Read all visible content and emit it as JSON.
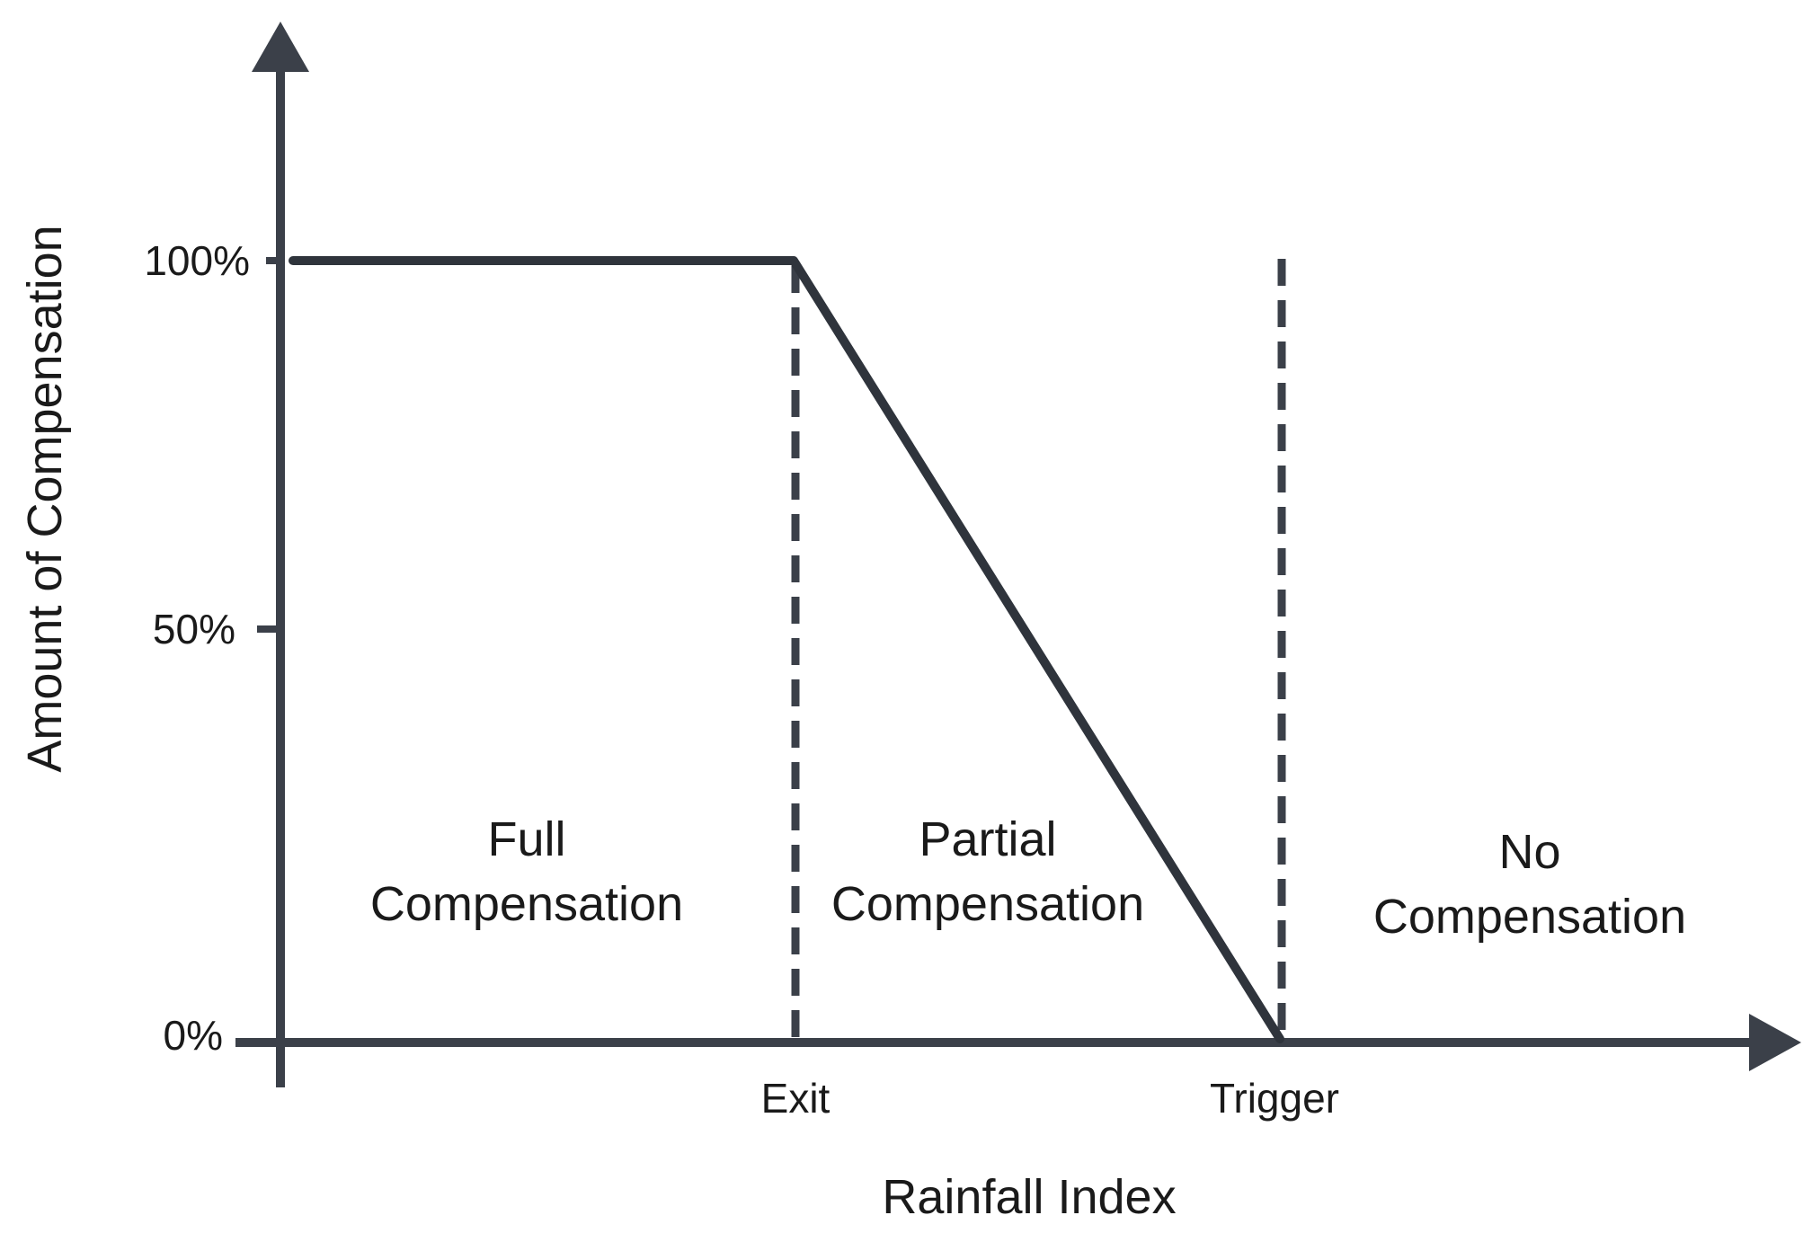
{
  "colors": {
    "axis": "#3b4049",
    "line": "#2f343c",
    "text": "#1a1a1a",
    "background": "#ffffff"
  },
  "axes": {
    "y_title": "Amount of Compensation",
    "x_title": "Rainfall Index",
    "y_ticks": [
      "100%",
      "50%",
      "0%"
    ],
    "x_ticks": [
      "Exit",
      "Trigger"
    ]
  },
  "regions": {
    "full": [
      "Full",
      "Compensation"
    ],
    "partial": [
      "Partial",
      "Compensation"
    ],
    "none": [
      "No",
      "Compensation"
    ]
  }
}
